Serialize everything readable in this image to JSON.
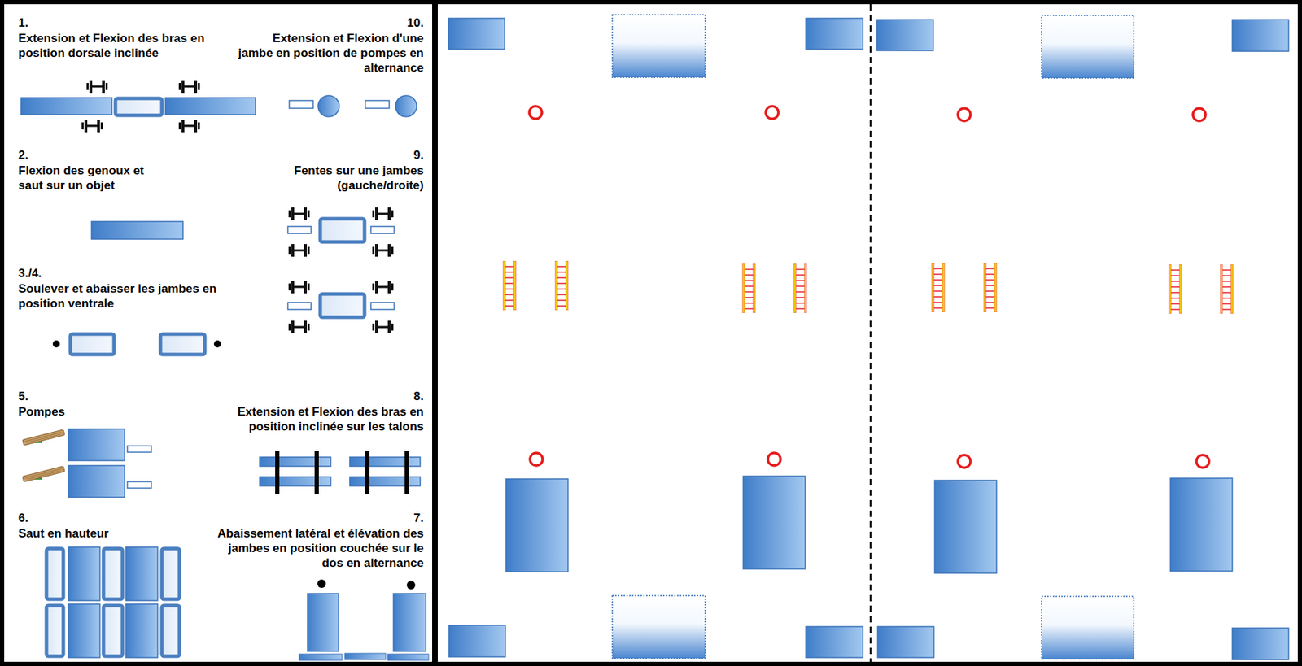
{
  "diagram": {
    "labels": [
      "1.",
      "Extension et Flexion des bras en position dorsale inclinée",
      "10.",
      "Extension et Flexion d'une jambe en position de pompes en alternance",
      "2.",
      "Flexion des genoux et saut sur un objet",
      "9.",
      "Fentes sur une jambes (gauche/droite)",
      "3./4.",
      "Soulever et abaisser les jambes en position ventrale",
      "5.",
      "Pompes",
      "8.",
      "Extension et Flexion des bras en position inclinée sur les talons",
      "6.",
      "Saut en hauteur",
      "7.",
      "Abaissement latéral et élévation des jambes en position couchée sur le dos en alternance"
    ]
  }
}
